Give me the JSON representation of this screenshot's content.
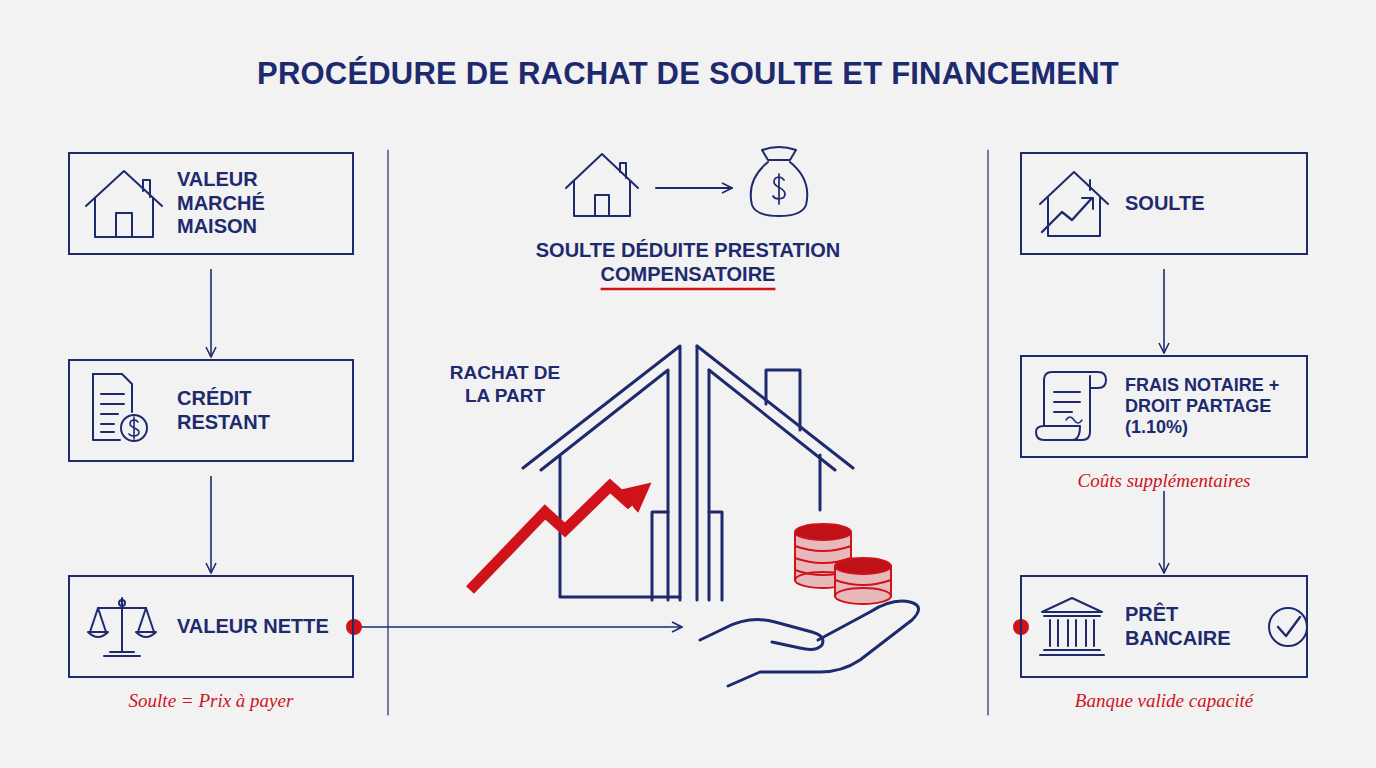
{
  "diagram": {
    "title": "PROCÉDURE DE RACHAT DE SOULTE ET FINANCEMENT",
    "nodes": [
      {
        "text": [
          "VALEUR MARCHÉ MAISON"
        ]
      },
      {
        "text": [
          "CRÉDIT RESTANT"
        ]
      },
      {
        "text": [
          "VALEUR NETTE"
        ]
      },
      {
        "text": [
          "SOULTE"
        ]
      },
      {
        "text": [
          "FRAIS NOTAIRE + DROIT PARTAGE (1.10%)"
        ]
      },
      {
        "text": [
          "PRÊT BANCAIRE"
        ]
      }
    ],
    "edges": [
      {
        "from": 0,
        "to": 1,
        "arrow": "to"
      },
      {
        "from": 1,
        "to": 2,
        "arrow": "to"
      },
      {
        "from": 3,
        "to": 4,
        "arrow": "to"
      },
      {
        "from": 4,
        "to": 5,
        "arrow": "to"
      }
    ],
    "labels": [
      "Soulte = Prix à payer",
      "SOULTE DÉDUITE PRESTATION COMPENSATOIRE",
      "RACHAT DE LA PART",
      "Coûts supplémentaires",
      "Banque valide capacité"
    ]
  }
}
